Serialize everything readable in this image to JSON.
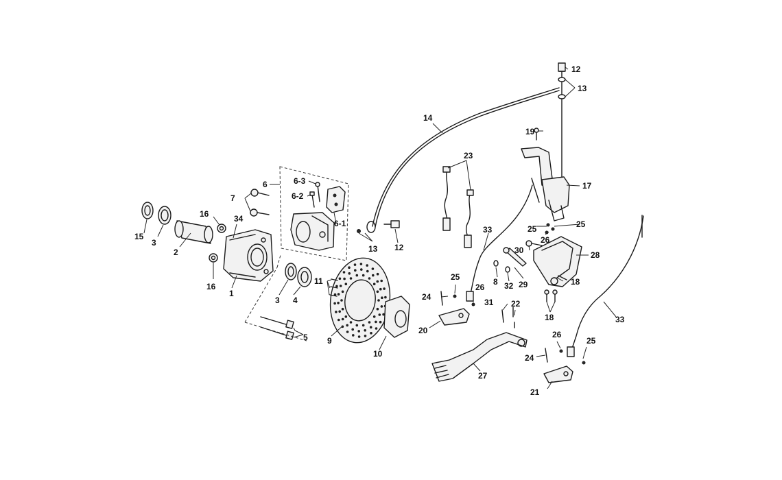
{
  "callouts": [
    {
      "id": "c1",
      "text": "1"
    },
    {
      "id": "c2",
      "text": "2"
    },
    {
      "id": "c3a",
      "text": "3"
    },
    {
      "id": "c3b",
      "text": "3"
    },
    {
      "id": "c4",
      "text": "4"
    },
    {
      "id": "c5",
      "text": "5"
    },
    {
      "id": "c6",
      "text": "6"
    },
    {
      "id": "c6_1",
      "text": "6-1"
    },
    {
      "id": "c6_2",
      "text": "6-2"
    },
    {
      "id": "c6_3",
      "text": "6-3"
    },
    {
      "id": "c7",
      "text": "7"
    },
    {
      "id": "c8",
      "text": "8"
    },
    {
      "id": "c9",
      "text": "9"
    },
    {
      "id": "c10",
      "text": "10"
    },
    {
      "id": "c11",
      "text": "11"
    },
    {
      "id": "c12a",
      "text": "12"
    },
    {
      "id": "c12b",
      "text": "12"
    },
    {
      "id": "c13a",
      "text": "13"
    },
    {
      "id": "c13b",
      "text": "13"
    },
    {
      "id": "c14",
      "text": "14"
    },
    {
      "id": "c15",
      "text": "15"
    },
    {
      "id": "c16a",
      "text": "16"
    },
    {
      "id": "c16b",
      "text": "16"
    },
    {
      "id": "c17",
      "text": "17"
    },
    {
      "id": "c18a",
      "text": "18"
    },
    {
      "id": "c18b",
      "text": "18"
    },
    {
      "id": "c19",
      "text": "19"
    },
    {
      "id": "c20",
      "text": "20"
    },
    {
      "id": "c21",
      "text": "21"
    },
    {
      "id": "c22",
      "text": "22"
    },
    {
      "id": "c23",
      "text": "23"
    },
    {
      "id": "c24a",
      "text": "24"
    },
    {
      "id": "c24b",
      "text": "24"
    },
    {
      "id": "c25a",
      "text": "25"
    },
    {
      "id": "c25b",
      "text": "25"
    },
    {
      "id": "c25c",
      "text": "25"
    },
    {
      "id": "c25d",
      "text": "25"
    },
    {
      "id": "c26a",
      "text": "26"
    },
    {
      "id": "c26b",
      "text": "26"
    },
    {
      "id": "c26c",
      "text": "26"
    },
    {
      "id": "c27",
      "text": "27"
    },
    {
      "id": "c28",
      "text": "28"
    },
    {
      "id": "c29",
      "text": "29"
    },
    {
      "id": "c30",
      "text": "30"
    },
    {
      "id": "c31",
      "text": "31"
    },
    {
      "id": "c32",
      "text": "32"
    },
    {
      "id": "c33a",
      "text": "33"
    },
    {
      "id": "c33b",
      "text": "33"
    },
    {
      "id": "c34",
      "text": "34"
    }
  ]
}
